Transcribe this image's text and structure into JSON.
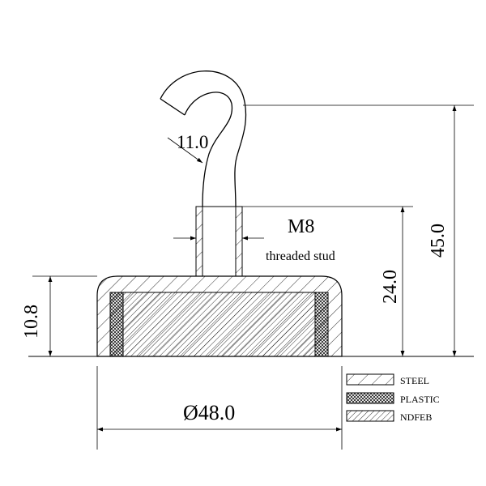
{
  "dimensions": {
    "hook_radius": "11.0",
    "thread": "M8",
    "thread_note": "threaded stud",
    "base_height": "10.8",
    "stud_height": "24.0",
    "total_height": "45.0",
    "diameter": "Ø48.0"
  },
  "legend": [
    {
      "label": "STEEL"
    },
    {
      "label": "PLASTIC"
    },
    {
      "label": "NDFEB"
    }
  ]
}
